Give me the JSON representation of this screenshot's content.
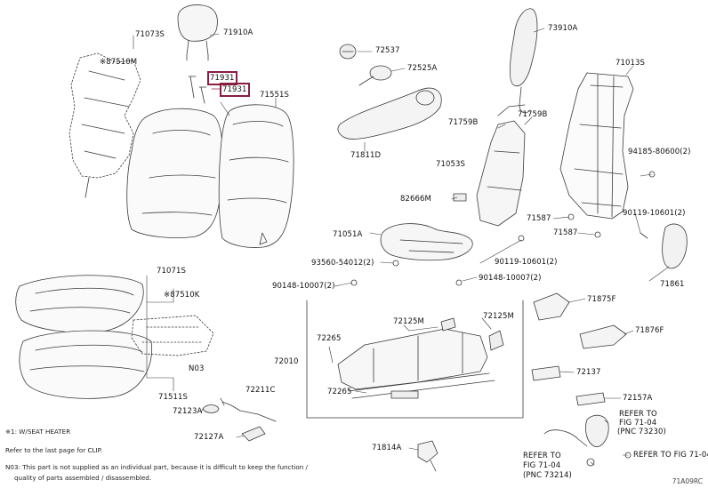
{
  "parts": {
    "p71073S": "71073S",
    "p87510M": "※87510M",
    "p71910A": "71910A",
    "p71931a": "71931",
    "p71931b": "71931",
    "p71551S": "71551S",
    "p72537": "72537",
    "p72525A": "72525A",
    "p71811D": "71811D",
    "p73910A": "73910A",
    "p71013S": "71013S",
    "p71759B_l": "71759B",
    "p71759B_r": "71759B",
    "p71053S": "71053S",
    "p94185": "94185-80600(2)",
    "p82666M": "82666M",
    "p71587a": "71587",
    "p71587b": "71587",
    "p90119a": "90119-10601(2)",
    "p71051A": "71051A",
    "p93560": "93560-54012(2)",
    "p90119b": "90119-10601(2)",
    "p71861": "71861",
    "p71071S": "71071S",
    "p87510K": "※87510K",
    "p90148a": "90148-10007(2)",
    "p90148b": "90148-10007(2)",
    "p71875F": "71875F",
    "p72125Ma": "72125M",
    "p72125Mb": "72125M",
    "p71876F": "71876F",
    "p72265a": "72265",
    "p72010": "72010",
    "pN03": "N03",
    "p72137": "72137",
    "p71511S": "71511S",
    "p72211C": "72211C",
    "p72265b": "72265",
    "p72123A": "72123A",
    "p72157A": "72157A",
    "p72127A": "72127A",
    "p71814A": "71814A",
    "refer1a": "REFER TO",
    "refer1b": "FIG 71-04",
    "refer1c": "(PNC 73230)",
    "refer2": "REFER TO FIG 71-04",
    "refer3a": "REFER TO",
    "refer3b": "FIG 71-04",
    "refer3c": "(PNC 73214)"
  },
  "notes": {
    "n1": "※1: W/SEAT HEATER",
    "n2": "Refer to the last page for CLIP.",
    "n3": "N03: This part is not supplied as an individual part, because it is difficult to keep the function /",
    "n4": "quality of parts assembled / disassembled."
  },
  "footer_code": "71A09RC",
  "colors": {
    "highlight": "#8b1e3f",
    "line": "#3a3a3a"
  }
}
